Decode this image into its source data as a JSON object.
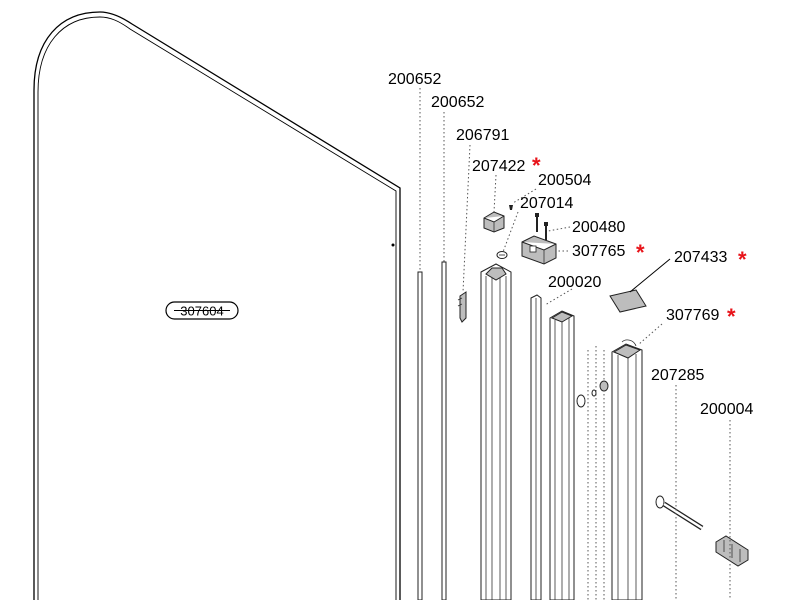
{
  "colors": {
    "star": "#e8141a",
    "line": "#000000"
  },
  "panel": {
    "label": "307604"
  },
  "parts": [
    {
      "id": "p1",
      "label": "200652",
      "starred": false
    },
    {
      "id": "p2",
      "label": "200652",
      "starred": false
    },
    {
      "id": "p3",
      "label": "206791",
      "starred": false
    },
    {
      "id": "p4",
      "label": "207422",
      "starred": true
    },
    {
      "id": "p5",
      "label": "200504",
      "starred": false
    },
    {
      "id": "p6",
      "label": "207014",
      "starred": false
    },
    {
      "id": "p7",
      "label": "200480",
      "starred": false
    },
    {
      "id": "p8",
      "label": "307765",
      "starred": true
    },
    {
      "id": "p9",
      "label": "207433",
      "starred": true
    },
    {
      "id": "p10",
      "label": "200020",
      "starred": false
    },
    {
      "id": "p11",
      "label": "307769",
      "starred": true
    },
    {
      "id": "p12",
      "label": "207285",
      "starred": false
    },
    {
      "id": "p13",
      "label": "200004",
      "starred": false
    }
  ],
  "star_symbol": "*"
}
